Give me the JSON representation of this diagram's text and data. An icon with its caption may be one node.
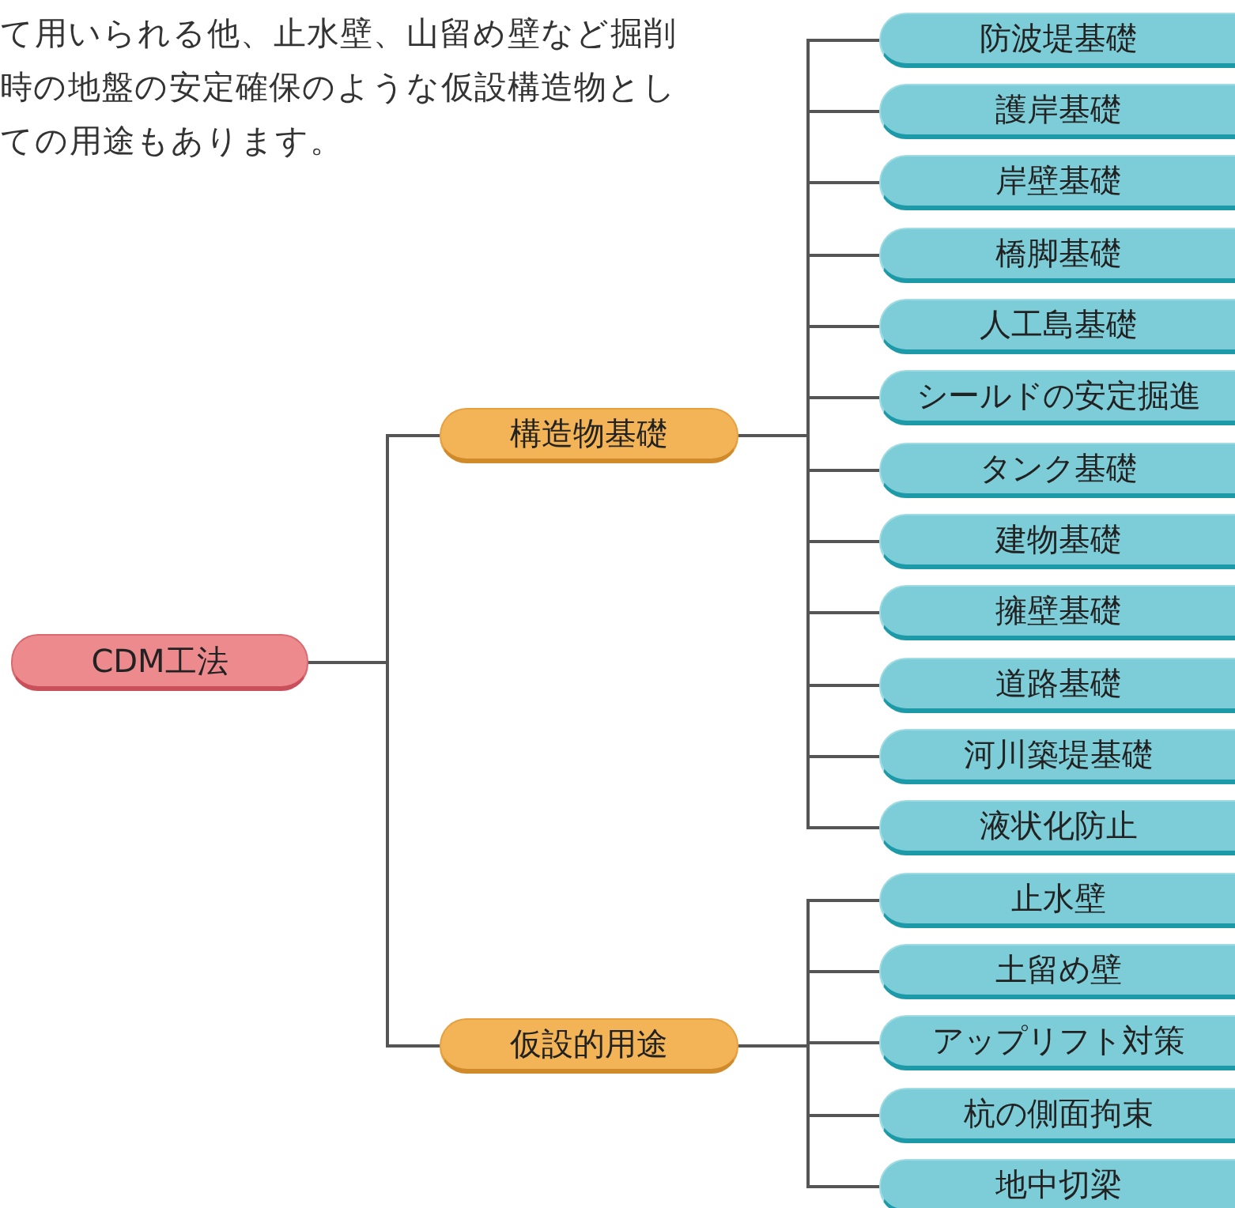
{
  "diagram": {
    "nodes": [
      {
        "text": [
          "CDM工法"
        ]
      },
      {
        "text": [
          "構造物基礎"
        ]
      },
      {
        "text": [
          "仮設的用途"
        ]
      },
      {
        "text": [
          "防波堤基礎"
        ]
      },
      {
        "text": [
          "護岸基礎"
        ]
      },
      {
        "text": [
          "岸壁基礎"
        ]
      },
      {
        "text": [
          "橋脚基礎"
        ]
      },
      {
        "text": [
          "人工島基礎"
        ]
      },
      {
        "text": [
          "シールドの安定掘進"
        ]
      },
      {
        "text": [
          "タンク基礎"
        ]
      },
      {
        "text": [
          "建物基礎"
        ]
      },
      {
        "text": [
          "擁壁基礎"
        ]
      },
      {
        "text": [
          "道路基礎"
        ]
      },
      {
        "text": [
          "河川築堤基礎"
        ]
      },
      {
        "text": [
          "液状化防止"
        ]
      },
      {
        "text": [
          "止水壁"
        ]
      },
      {
        "text": [
          "土留め壁"
        ]
      },
      {
        "text": [
          "アップリフト対策"
        ]
      },
      {
        "text": [
          "杭の側面拘束"
        ]
      },
      {
        "text": [
          "地中切梁"
        ]
      }
    ],
    "edges": [
      {
        "from": 0,
        "to": 1,
        "arrow": "none"
      },
      {
        "from": 0,
        "to": 2,
        "arrow": "none"
      },
      {
        "from": 1,
        "to": 3,
        "arrow": "none"
      },
      {
        "from": 1,
        "to": 4,
        "arrow": "none"
      },
      {
        "from": 1,
        "to": 5,
        "arrow": "none"
      },
      {
        "from": 1,
        "to": 6,
        "arrow": "none"
      },
      {
        "from": 1,
        "to": 7,
        "arrow": "none"
      },
      {
        "from": 1,
        "to": 8,
        "arrow": "none"
      },
      {
        "from": 1,
        "to": 9,
        "arrow": "none"
      },
      {
        "from": 1,
        "to": 10,
        "arrow": "none"
      },
      {
        "from": 1,
        "to": 11,
        "arrow": "none"
      },
      {
        "from": 1,
        "to": 12,
        "arrow": "none"
      },
      {
        "from": 1,
        "to": 13,
        "arrow": "none"
      },
      {
        "from": 1,
        "to": 14,
        "arrow": "none"
      },
      {
        "from": 2,
        "to": 15,
        "arrow": "none"
      },
      {
        "from": 2,
        "to": 16,
        "arrow": "none"
      },
      {
        "from": 2,
        "to": 17,
        "arrow": "none"
      },
      {
        "from": 2,
        "to": 18,
        "arrow": "none"
      },
      {
        "from": 2,
        "to": 19,
        "arrow": "none"
      }
    ],
    "labels": [
      "て用いられる他、止水壁、山留め壁など掘削時の地盤の安定確保のような仮設構造物としての用途もあります。"
    ]
  }
}
